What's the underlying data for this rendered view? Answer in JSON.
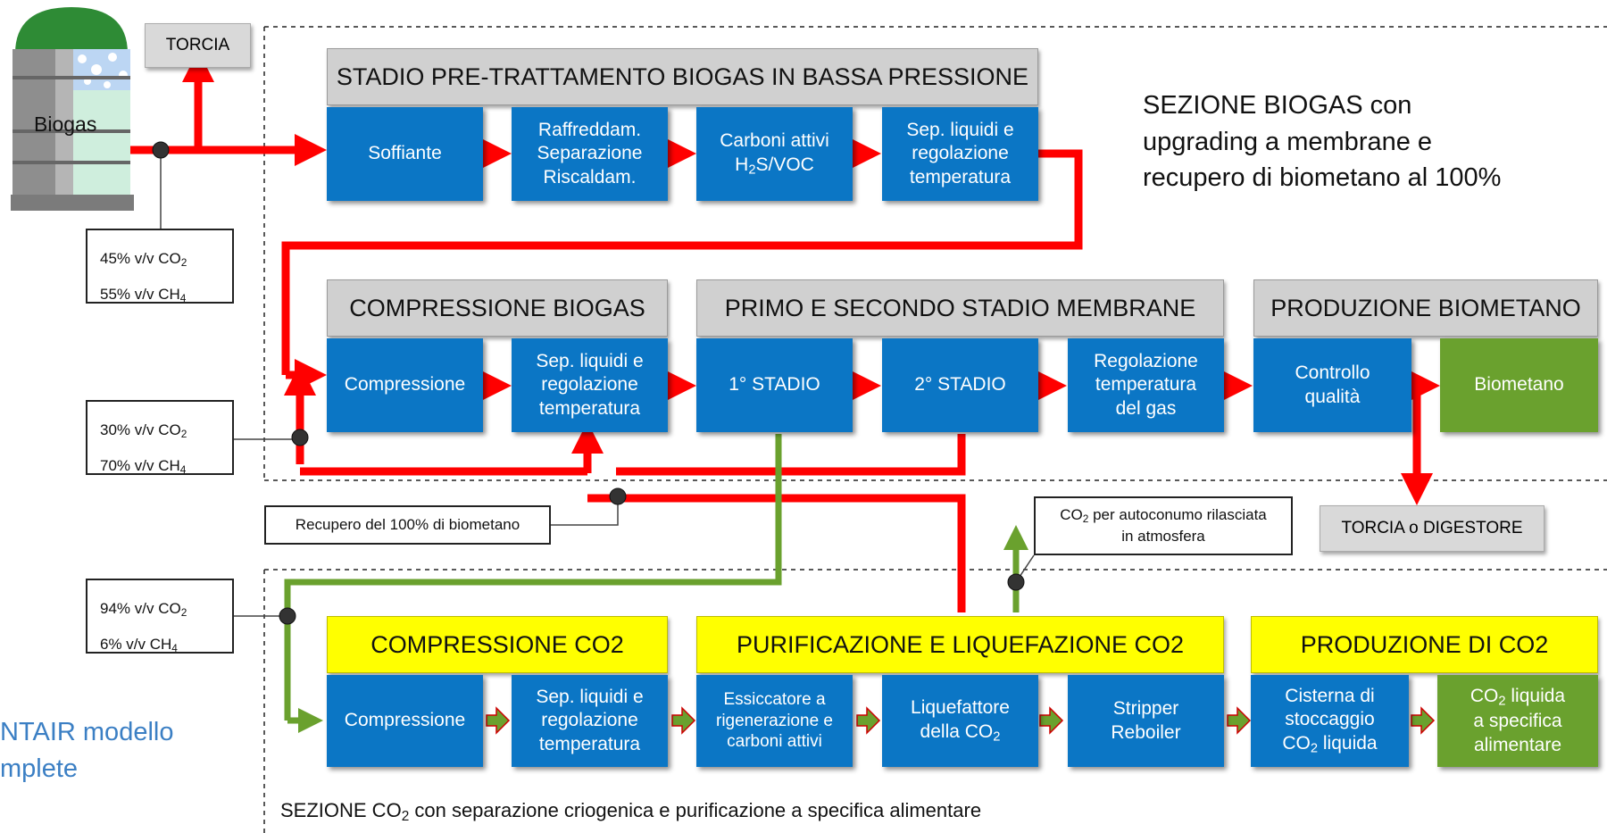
{
  "labels": {
    "biogas": "Biogas",
    "torcia": "TORCIA",
    "torcia_digestore": "TORCIA o DIGESTORE",
    "section_title": "SEZIONE BIOGAS con\nupgrading a membrane e\nrecupero di biometano al 100%",
    "cropped_left": "NTAIR modello\nmplete",
    "recupero": "Recupero del 100% di biometano",
    "co2_release_a": "CO",
    "co2_release_b": " per autoconumo rilasciata",
    "co2_release_c": "in atmosfera",
    "footer_a": "SEZIONE CO",
    "footer_b": " con separazione criogenica e purificazione a specifica alimentare",
    "sub2": "2",
    "sub4": "4"
  },
  "compositions": [
    {
      "line1": "45% v/v CO",
      "line2": "55% v/v CH"
    },
    {
      "line1": "30% v/v CO",
      "line2": "70% v/v CH"
    },
    {
      "line1": "94% v/v CO",
      "line2": "6% v/v CH"
    }
  ],
  "headers": {
    "pretrattamento": "STADIO PRE-TRATTAMENTO BIOGAS IN BASSA PRESSIONE",
    "compressione_biogas": "COMPRESSIONE BIOGAS",
    "membrane": "PRIMO E SECONDO STADIO MEMBRANE",
    "produzione_biometano": "PRODUZIONE BIOMETANO",
    "compressione_co2": "COMPRESSIONE CO2",
    "purificazione": "PURIFICAZIONE E LIQUEFAZIONE CO2",
    "produzione_co2": "PRODUZIONE DI CO2"
  },
  "blocks_row1": [
    "Soffiante",
    "Raffreddam.\nSeparazione\nRiscaldam.",
    "Sep. liquidi e\nregolazione\ntemperatura"
  ],
  "carboni": {
    "line1": "Carboni attivi",
    "h": "H",
    "rest": "S/VOC"
  },
  "blocks_row2": [
    "Compressione",
    "Sep. liquidi e\nregolazione\ntemperatura",
    "1°   STADIO",
    "2°   STADIO",
    "Regolazione\ntemperatura\ndel gas",
    "Controllo\nqualità",
    "Biometano"
  ],
  "blocks_row3": [
    "Compressione",
    "Sep. liquidi e\nregolazione\ntemperatura",
    "Essiccatore a\nrigenerazione e\ncarboni attivi",
    "Stripper\nReboiler"
  ],
  "liquefattore": {
    "line1": "Liquefattore",
    "line2": "della CO"
  },
  "cisterna": {
    "line1": "Cisterna di",
    "line2": "stoccaggio",
    "line3": "CO",
    "line3b": " liquida"
  },
  "co2_liquida": {
    "line1a": "CO",
    "line1b": " liquida",
    "line2": "a specifica",
    "line3": "alimentare"
  },
  "colors": {
    "block_blue": "#0b76c5",
    "block_green": "#6aa12e",
    "header_gray": "#d0d0d0",
    "header_yellow": "#ffff00",
    "flow_red": "#ff0000",
    "flow_green": "#6aa12e"
  }
}
